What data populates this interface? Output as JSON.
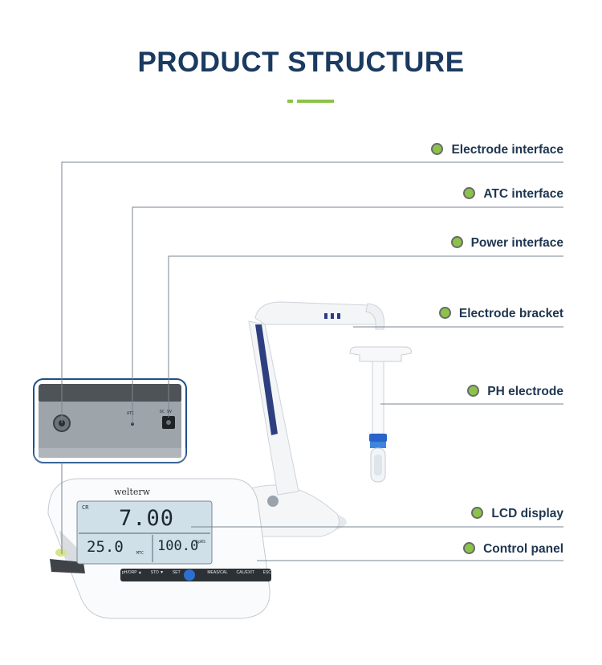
{
  "title": "PRODUCT STRUCTURE",
  "accent_colors": {
    "title": "#1a3a60",
    "divider_green": "#8bc34a",
    "dot_green": "#8bc34a",
    "leader_line": "#7a8591"
  },
  "callouts": [
    {
      "label": "Electrode interface"
    },
    {
      "label": "ATC interface"
    },
    {
      "label": "Power interface"
    },
    {
      "label": "Electrode bracket"
    },
    {
      "label": "PH electrode"
    },
    {
      "label": "LCD display"
    },
    {
      "label": "Control panel"
    }
  ],
  "device": {
    "brand": "welterw",
    "lcd": {
      "main_value": "7.00",
      "temp_value": "25.0",
      "second_value": "100.0",
      "unit_temp": "MTC",
      "unit_second": "%pRS",
      "mode_label": "CR"
    },
    "buttons": [
      "pH/ORP ▲",
      "STD ▼",
      "SET",
      "",
      "MEAS/CAL",
      "CAL/EXIT",
      "ESC"
    ],
    "back_panel_labels": [
      "ATC",
      "DC 9V"
    ]
  }
}
